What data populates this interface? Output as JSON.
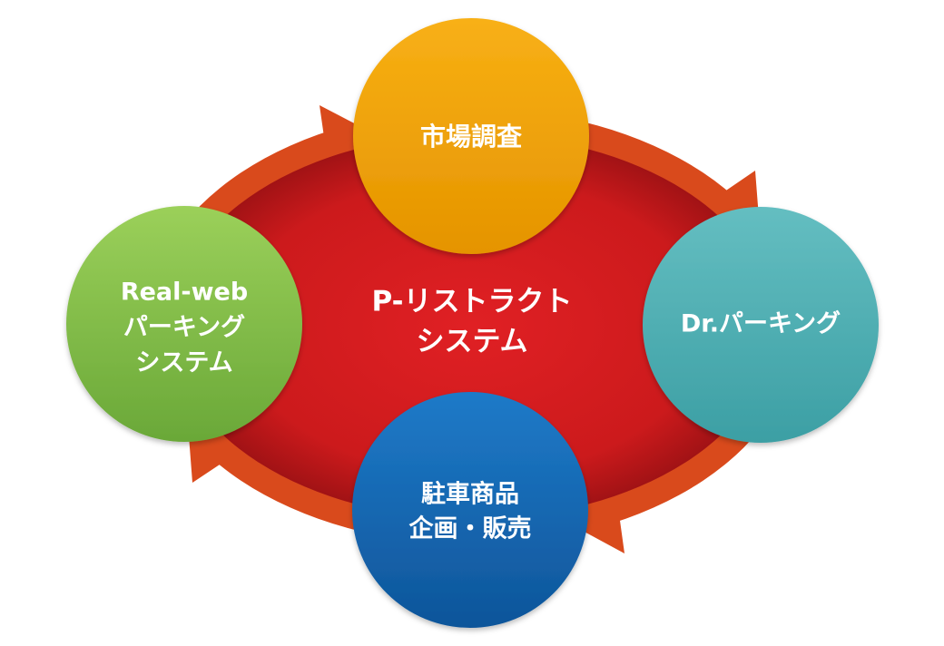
{
  "center": {
    "lines": [
      "P-リストラクト",
      "システム"
    ]
  },
  "nodes": {
    "top": {
      "lines": [
        "市場調査"
      ]
    },
    "right": {
      "lines": [
        "Dr.パーキング"
      ]
    },
    "bottom": {
      "lines": [
        "駐車商品",
        "企画・販売"
      ]
    },
    "left": {
      "lines": [
        "Real-web",
        "パーキング",
        "システム"
      ]
    }
  },
  "colors": {
    "ring": "#d94a1c",
    "center": "#cc1a1a",
    "top": "#f0a010",
    "right": "#4fb2b6",
    "bottom": "#1769b5",
    "left": "#86c24a"
  }
}
